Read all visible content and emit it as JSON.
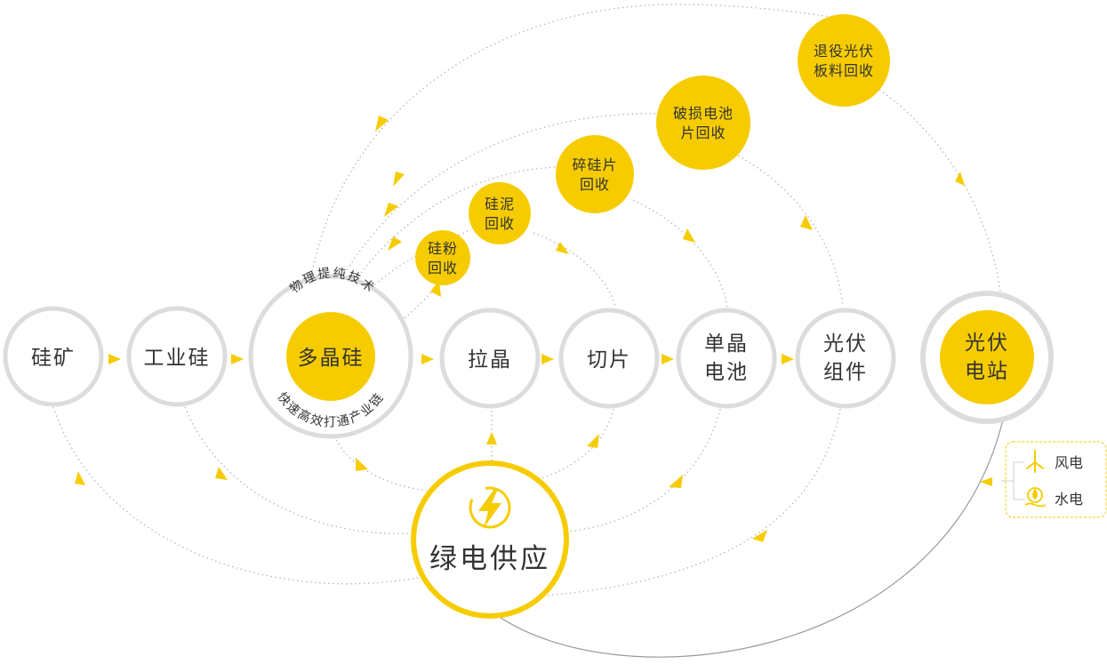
{
  "colors": {
    "accent": "#F6CC00",
    "ring": "#dcdcdc",
    "text": "#333333",
    "dots": "#aaaaaa"
  },
  "chain": {
    "silicon_ore": {
      "lines": [
        "硅矿"
      ]
    },
    "industrial_silicon": {
      "lines": [
        "工业硅"
      ]
    },
    "polysilicon": {
      "lines": [
        "多晶硅"
      ],
      "arc_top": "物理提纯技术",
      "arc_bottom": "快速高效打通产业链"
    },
    "crystal_pulling": {
      "lines": [
        "拉晶"
      ]
    },
    "slicing": {
      "lines": [
        "切片"
      ]
    },
    "mono_cell": {
      "lines": [
        "单晶",
        "电池"
      ]
    },
    "pv_module": {
      "lines": [
        "光伏",
        "组件"
      ]
    },
    "pv_station": {
      "lines": [
        "光伏",
        "电站"
      ]
    }
  },
  "recycling": {
    "silicon_powder": {
      "lines": [
        "硅粉",
        "回收"
      ]
    },
    "silicon_sludge": {
      "lines": [
        "硅泥",
        "回收"
      ]
    },
    "broken_silicon_wafer": {
      "lines": [
        "碎硅片",
        "回收"
      ]
    },
    "broken_cell": {
      "lines": [
        "破损电池",
        "片回收"
      ]
    },
    "retired_pv_panel": {
      "lines": [
        "退役光伏",
        "板料回收"
      ]
    }
  },
  "green_power": {
    "label": "绿电供应",
    "icon": "lightning-bolt-icon"
  },
  "legend": {
    "wind": {
      "label": "风电",
      "icon": "wind-turbine-icon"
    },
    "hydro": {
      "label": "水电",
      "icon": "hydro-power-icon"
    }
  }
}
